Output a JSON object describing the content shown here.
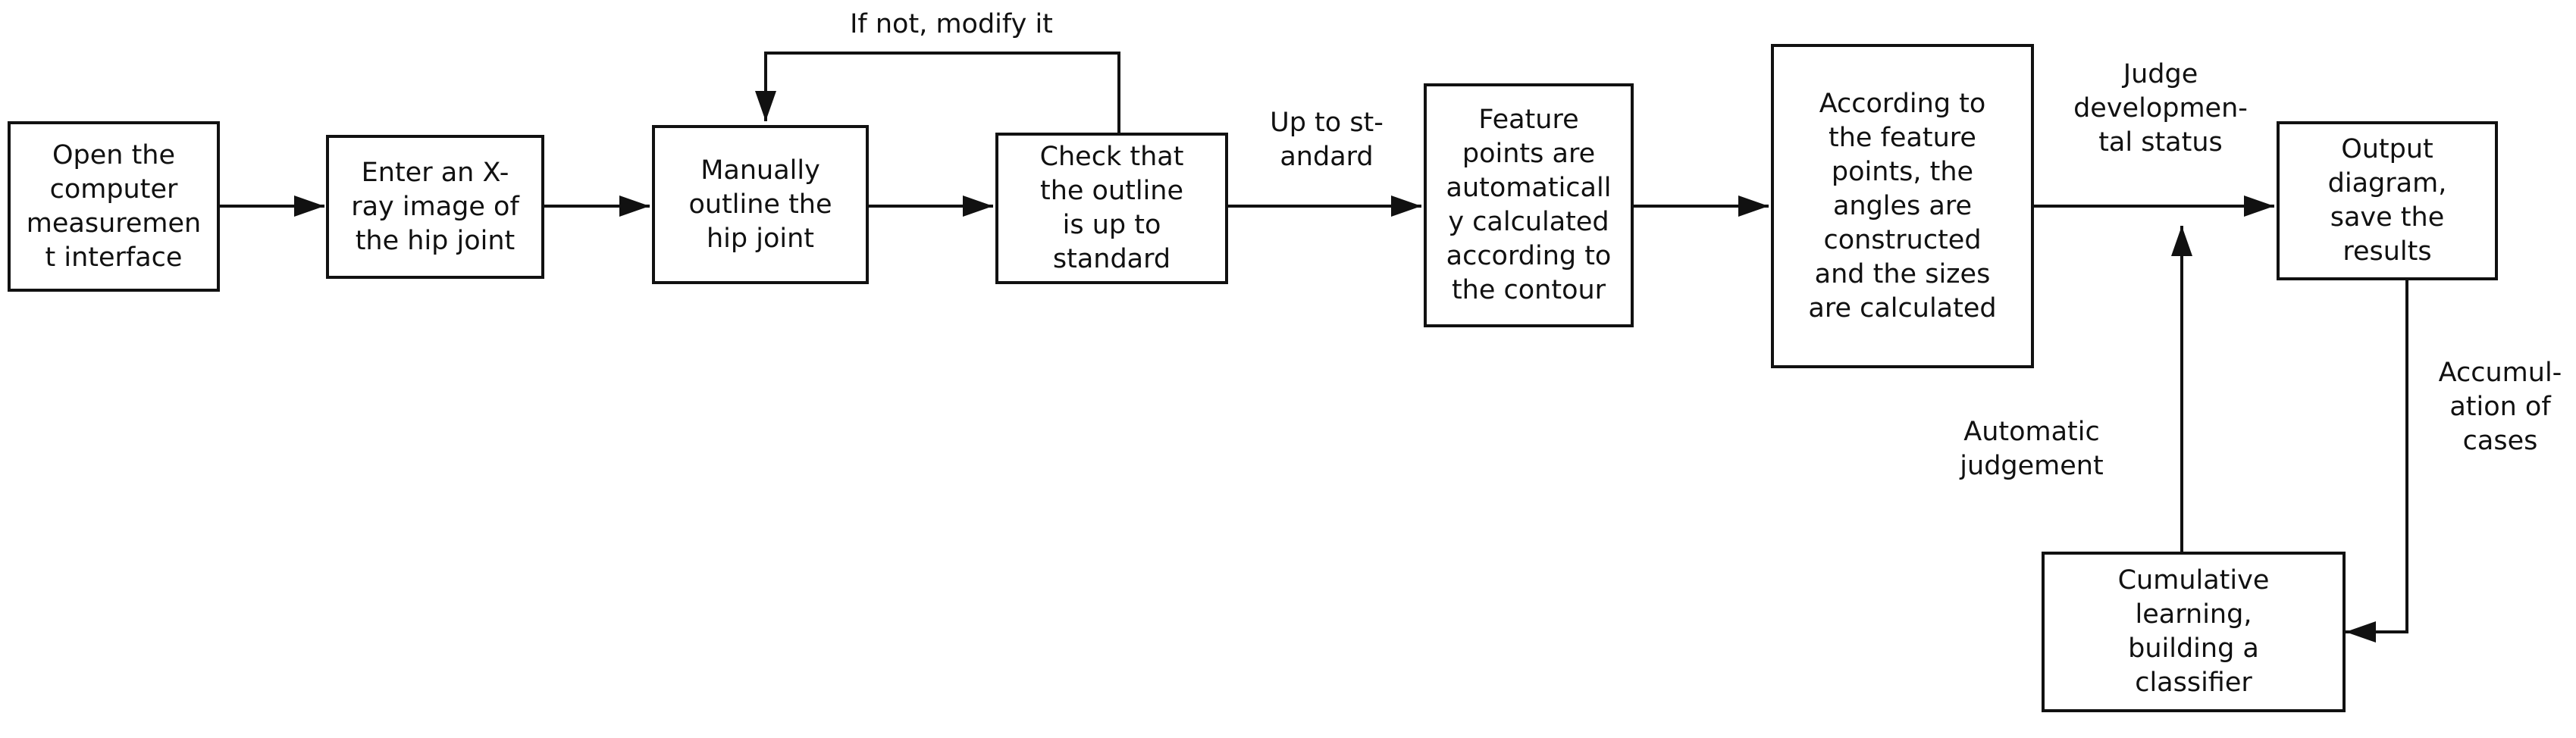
{
  "nodes": {
    "open": {
      "text": "Open the\ncomputer\nmeasuremen\nt interface"
    },
    "enter": {
      "text": "Enter an X-\nray image of\nthe hip joint"
    },
    "outline": {
      "text": "Manually\noutline the\nhip joint"
    },
    "check": {
      "text": "Check that\nthe outline\nis up to\nstandard"
    },
    "feature": {
      "text": "Feature\npoints are\nautomaticall\ny calculated\naccording to\nthe contour"
    },
    "angles": {
      "text": "According to\nthe feature\npoints, the\nangles are\nconstructed\nand the sizes\nare calculated"
    },
    "output": {
      "text": "Output\ndiagram,\nsave the\nresults"
    },
    "learning": {
      "text": "Cumulative\nlearning,\nbuilding a\nclassifier"
    }
  },
  "labels": {
    "modify": "If not, modify it",
    "up_standard": "Up to st-\nandard",
    "judge": "Judge\ndevelopmen-\ntal status",
    "automatic": "Automatic\njudgement",
    "accumulation": "Accumul-\nation of\ncases"
  },
  "colors": {
    "stroke": "#111111",
    "background": "#ffffff"
  }
}
